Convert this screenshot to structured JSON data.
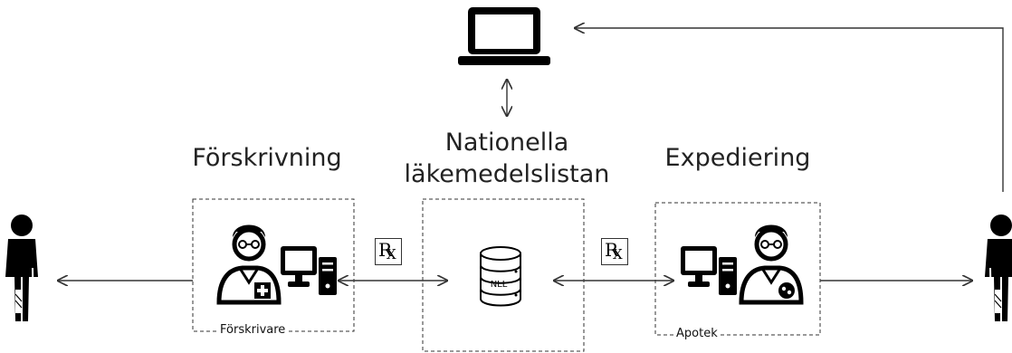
{
  "headings": {
    "prescribing": "Förskrivning",
    "nll_line1": "Nationella",
    "nll_line2": "läkemedelslistan",
    "dispensing": "Expediering"
  },
  "labels": {
    "prescriber": "Förskrivare",
    "pharmacy": "Apotek",
    "database": "NLL"
  },
  "icons": {
    "laptop": "laptop-icon",
    "database": "database-icon",
    "doctor": "doctor-icon",
    "pharmacist": "pharmacist-icon",
    "computer": "desktop-computer-icon",
    "patient": "patient-icon",
    "prescription": "prescription-rx-icon"
  },
  "colors": {
    "ink": "#000000",
    "line": "#333333"
  }
}
